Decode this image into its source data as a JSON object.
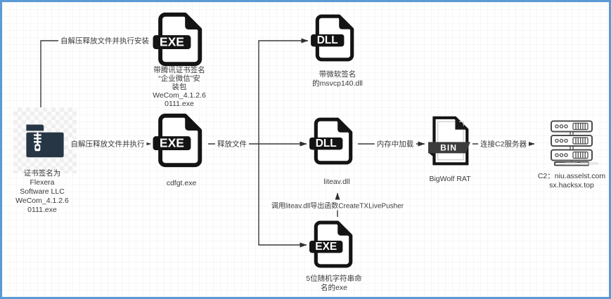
{
  "diagram": {
    "nodes": {
      "zip": {
        "label_lines": [
          "证书签名为",
          "Flexera",
          "Software LLC",
          "WeCom_4.1.2.6",
          "0111.exe"
        ]
      },
      "wecom_exe": {
        "badge": "EXE",
        "label_lines": [
          "带腾讯证书签名",
          "“企业微信”安",
          "装包",
          "WeCom_4.1.2.6",
          "0111.exe"
        ]
      },
      "cdfgt_exe": {
        "badge": "EXE",
        "label_lines": [
          "cdfgt.exe"
        ]
      },
      "msvcp_dll": {
        "badge": "DLL",
        "label_lines": [
          "带微软签名",
          "的msvcp140.dll"
        ]
      },
      "liteav_dll": {
        "badge": "DLL",
        "label_lines": [
          "liteav.dll"
        ]
      },
      "random_exe": {
        "badge": "EXE",
        "label_lines": [
          "5位随机字符串命",
          "名的exe"
        ]
      },
      "bigwolf_bin": {
        "badge": "BIN",
        "label_lines": [
          "BigWolf RAT"
        ]
      },
      "c2_server": {
        "label_lines": [
          "C2：niu.asselst.com",
          "sx.hacksx.top"
        ]
      }
    },
    "edges": {
      "unpack_install": "自解压释放文件并执行安装",
      "unpack_run": "自解压释放文件并执行",
      "drop_files": "释放文件",
      "memory_load": "内存中加载",
      "connect_c2": "连接C2服务器",
      "call_export": "调用liteav.dll导出函数CreateTXLivePusher"
    }
  }
}
